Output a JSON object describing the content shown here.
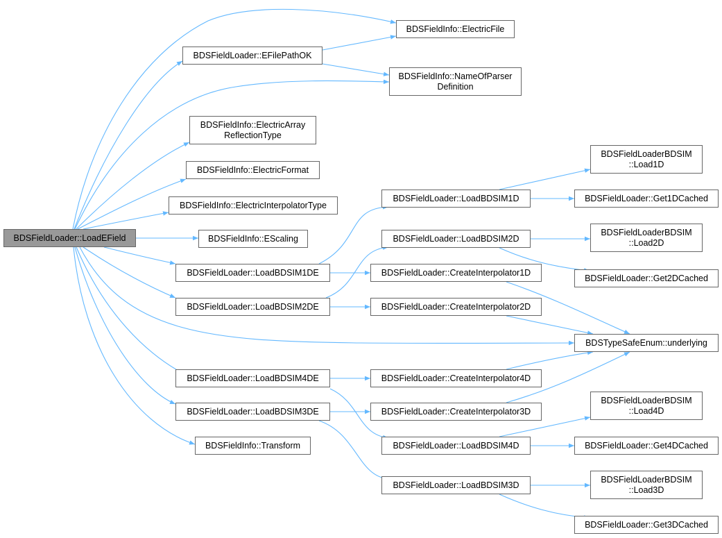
{
  "edge_color": "#63b8ff",
  "root_fill": "#999999",
  "nodes": {
    "loadefield": {
      "lines": [
        "BDSFieldLoader::LoadEField"
      ]
    },
    "efilepathok": {
      "lines": [
        "BDSFieldLoader::EFilePathOK"
      ]
    },
    "electricfile": {
      "lines": [
        "BDSFieldInfo::ElectricFile"
      ]
    },
    "nameofparser": {
      "lines": [
        "BDSFieldInfo::NameOfParser",
        "Definition"
      ]
    },
    "electricarray": {
      "lines": [
        "BDSFieldInfo::ElectricArray",
        "ReflectionType"
      ]
    },
    "electricformat": {
      "lines": [
        "BDSFieldInfo::ElectricFormat"
      ]
    },
    "electricinterp": {
      "lines": [
        "BDSFieldInfo::ElectricInterpolatorType"
      ]
    },
    "escaling": {
      "lines": [
        "BDSFieldInfo::EScaling"
      ]
    },
    "loadbdsim1de": {
      "lines": [
        "BDSFieldLoader::LoadBDSIM1DE"
      ]
    },
    "loadbdsim2de": {
      "lines": [
        "BDSFieldLoader::LoadBDSIM2DE"
      ]
    },
    "loadbdsim4de": {
      "lines": [
        "BDSFieldLoader::LoadBDSIM4DE"
      ]
    },
    "loadbdsim3de": {
      "lines": [
        "BDSFieldLoader::LoadBDSIM3DE"
      ]
    },
    "transform": {
      "lines": [
        "BDSFieldInfo::Transform"
      ]
    },
    "loadbdsim1d": {
      "lines": [
        "BDSFieldLoader::LoadBDSIM1D"
      ]
    },
    "loadbdsim2d": {
      "lines": [
        "BDSFieldLoader::LoadBDSIM2D"
      ]
    },
    "createinterp1d": {
      "lines": [
        "BDSFieldLoader::CreateInterpolator1D"
      ]
    },
    "createinterp2d": {
      "lines": [
        "BDSFieldLoader::CreateInterpolator2D"
      ]
    },
    "createinterp4d": {
      "lines": [
        "BDSFieldLoader::CreateInterpolator4D"
      ]
    },
    "createinterp3d": {
      "lines": [
        "BDSFieldLoader::CreateInterpolator3D"
      ]
    },
    "loadbdsim4d": {
      "lines": [
        "BDSFieldLoader::LoadBDSIM4D"
      ]
    },
    "loadbdsim3d": {
      "lines": [
        "BDSFieldLoader::LoadBDSIM3D"
      ]
    },
    "load1d": {
      "lines": [
        "BDSFieldLoaderBDSIM",
        "::Load1D"
      ]
    },
    "get1dcached": {
      "lines": [
        "BDSFieldLoader::Get1DCached"
      ]
    },
    "load2d": {
      "lines": [
        "BDSFieldLoaderBDSIM",
        "::Load2D"
      ]
    },
    "get2dcached": {
      "lines": [
        "BDSFieldLoader::Get2DCached"
      ]
    },
    "underlying": {
      "lines": [
        "BDSTypeSafeEnum::underlying"
      ]
    },
    "load4d": {
      "lines": [
        "BDSFieldLoaderBDSIM",
        "::Load4D"
      ]
    },
    "get4dcached": {
      "lines": [
        "BDSFieldLoader::Get4DCached"
      ]
    },
    "load3d": {
      "lines": [
        "BDSFieldLoaderBDSIM",
        "::Load3D"
      ]
    },
    "get3dcached": {
      "lines": [
        "BDSFieldLoader::Get3DCached"
      ]
    }
  }
}
